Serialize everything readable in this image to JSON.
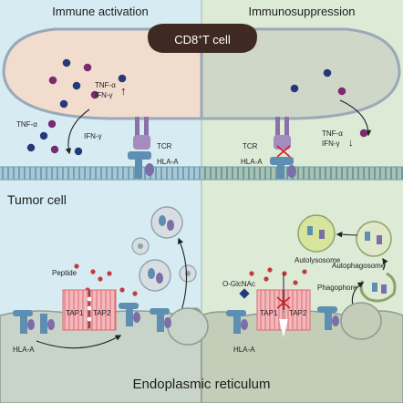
{
  "panels": {
    "left_title": "Immune activation",
    "right_title": "Immunosuppression"
  },
  "t_cell": {
    "label": "CD8",
    "superscript": "+",
    "label_rest": "T cell"
  },
  "left": {
    "tnf_up": "TNF-α",
    "ifn_up": "IFN-γ",
    "up_arrow": "↑",
    "tnf": "TNF-α",
    "ifn": "IFN-γ",
    "tcr": "TCR",
    "hla_a_membrane": "HLA-A",
    "tumor_cell": "Tumor cell",
    "peptide": "Peptide",
    "tap1": "TAP1",
    "tap2": "TAP2",
    "hla_a_er": "HLA-A"
  },
  "right": {
    "tcr": "TCR",
    "hla_a_membrane": "HLA-A",
    "tnf": "TNF-α",
    "ifn": "IFN-γ",
    "down_arrow": "↓",
    "autolysosome": "Autolysosome",
    "autophagosome": "Autophagosome",
    "phagophore": "Phagophore",
    "oglcnac": "O-GlcNAc",
    "tap1": "TAP1",
    "tap2": "TAP2",
    "hla_a_er": "HLA-A"
  },
  "er_label": "Endoplasmic reticulum",
  "colors": {
    "left_bg": "#d6ebf2",
    "right_bg": "#dcead6",
    "tcell_left": "#f1dccd",
    "tcell_right": "#cfd7c9",
    "tcell_dark": "#3e2a22",
    "er_left": "#c8d3c9",
    "er_right": "#c4cdb8",
    "membrane_blue": "#5a8fa8",
    "cytokine_navy": "#233a7a",
    "cytokine_purple": "#7a2a6e",
    "tap_red": "#e99aa0",
    "tap_red_dark": "#c23a3d",
    "mhc_blue": "#5e8fb2",
    "mhc_purple": "#7c6ea8",
    "vesicle_green": "#d7e59c"
  }
}
